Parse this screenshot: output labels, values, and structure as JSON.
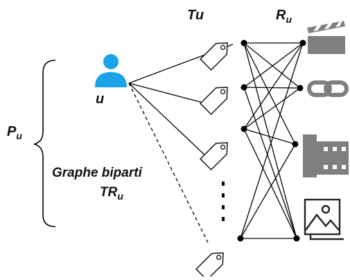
{
  "labels": {
    "p_main": "P",
    "p_sub": "u",
    "user_main": "u",
    "t_main": "Tu",
    "r_main": "R",
    "r_sub": "u",
    "graph_line1": "Graphe biparti",
    "graph_line2_main": "TR",
    "graph_line2_sub": "u"
  },
  "icons": {
    "user": "person-icon",
    "tag": "tag-icon",
    "resource_1": "clapperboard-icon",
    "resource_2": "chain-link-icon",
    "resource_3": "film-strip-icon",
    "resource_4": "image-gallery-icon"
  },
  "colors": {
    "user_icon": "#1aa3e8",
    "resource_icon": "#7f7f7f",
    "lines": "#000000"
  }
}
